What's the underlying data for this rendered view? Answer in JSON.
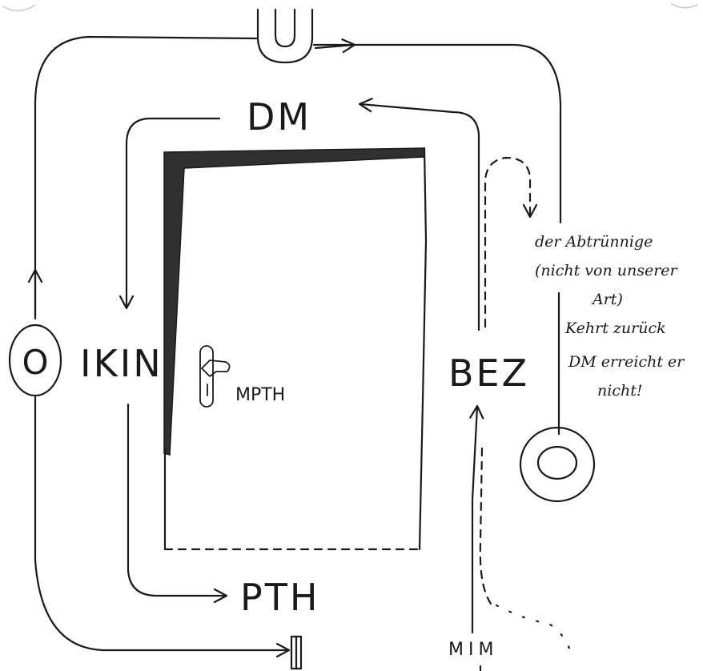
{
  "labels": {
    "dm": "DM",
    "ikin": "IKIN",
    "bez": "BEZ",
    "pth": "PTH",
    "mpth": "MPTH",
    "mim": "MIM",
    "left_circle": "O"
  },
  "note": {
    "line1": "der Abtrünnige",
    "line2": "(nicht von unserer",
    "line3": "Art)",
    "line4": "Kehrt zurück",
    "line5": "DM erreicht er",
    "line6": "nicht!"
  }
}
